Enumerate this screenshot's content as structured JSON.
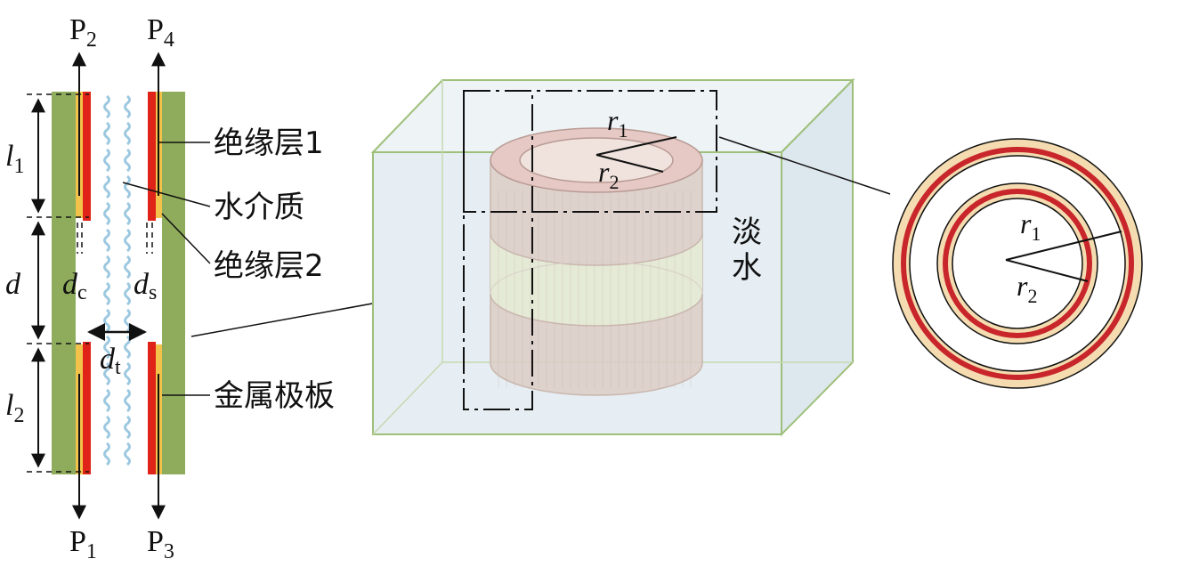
{
  "ports": {
    "p2": "P",
    "p2_sub": "2",
    "p4": "P",
    "p4_sub": "4",
    "p1": "P",
    "p1_sub": "1",
    "p3": "P",
    "p3_sub": "3"
  },
  "dimensions": {
    "l1": "l",
    "l1_sub": "1",
    "l2": "l",
    "l2_sub": "2",
    "d": "d",
    "dc": "d",
    "dc_sub": "c",
    "ds": "d",
    "ds_sub": "s",
    "dt": "d",
    "dt_sub": "t"
  },
  "labels": {
    "insulation1": "绝缘层1",
    "water_medium": "水介质",
    "insulation2": "绝缘层2",
    "metal_plate": "金属极板",
    "fresh_water_1": "淡",
    "fresh_water_2": "水"
  },
  "radii": {
    "r1": "r",
    "r1_sub": "1",
    "r2": "r",
    "r2_sub": "2"
  },
  "colors": {
    "metal": "#8fac5c",
    "insulation_red": "#e02318",
    "insulation_yellow": "#f2c24a",
    "water_wave": "#9cc8e0",
    "box_edge": "#9ec07a",
    "box_fill": "#e8f0f4",
    "cyl_fill": "#d9c6c0",
    "ring_cream": "#f4dcb0",
    "ring_red": "#c8262a"
  }
}
